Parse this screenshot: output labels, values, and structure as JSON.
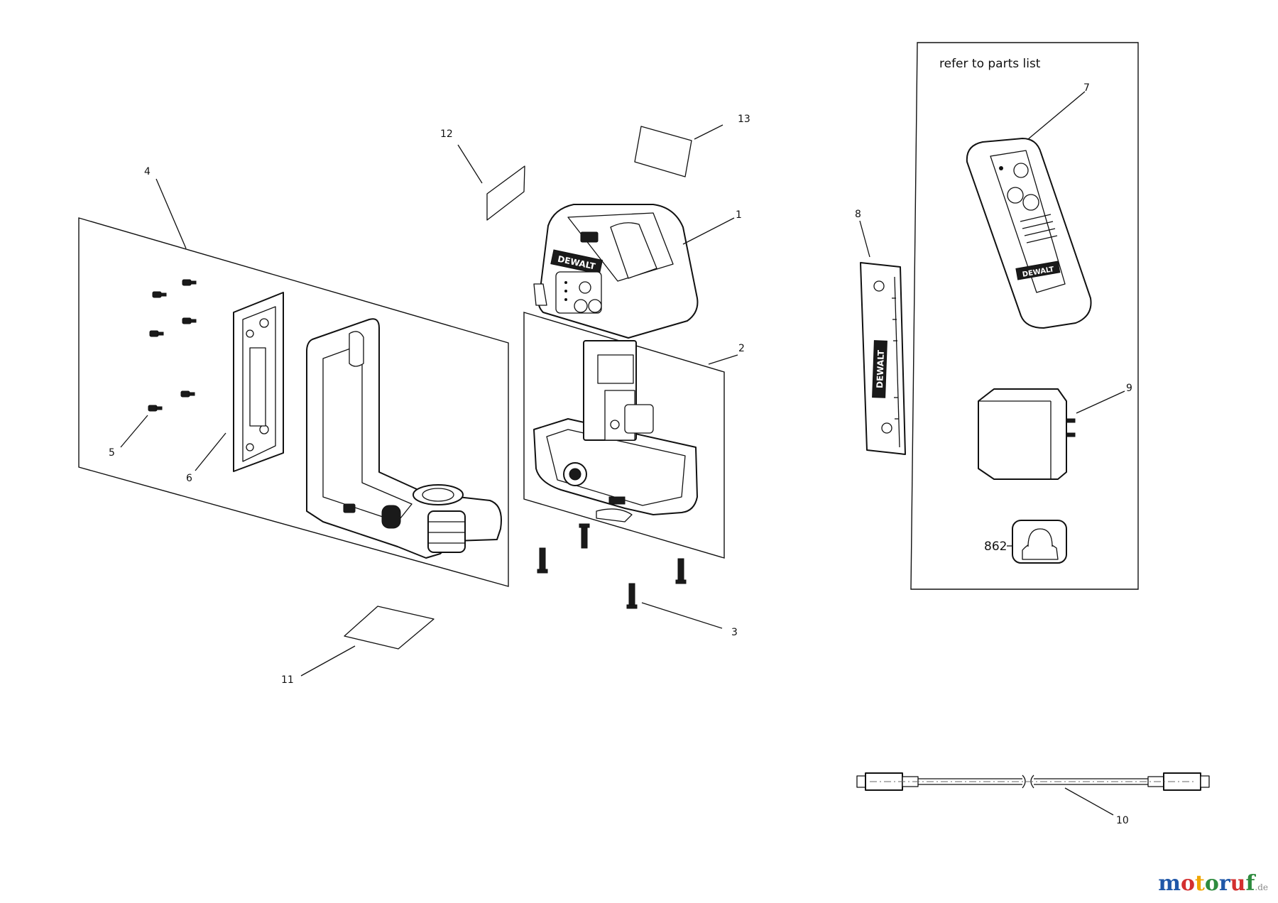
{
  "note": "refer to parts list",
  "callouts": {
    "c1": "1",
    "c2": "2",
    "c3": "3",
    "c4": "4",
    "c5": "5",
    "c6": "6",
    "c7": "7",
    "c8": "8",
    "c9": "9",
    "c10": "10",
    "c11": "11",
    "c12": "12",
    "c13": "13",
    "c862": "862"
  },
  "brand_marks": {
    "laser": "DEWALT",
    "remote": "DEWALT",
    "ruler": "DEWALT"
  },
  "watermark": {
    "name": "motoruf",
    "suffix": ".de",
    "colors": [
      "#1f57a8",
      "#d32f2f",
      "#f0a500",
      "#2e8b3e",
      "#1f57a8",
      "#d32f2f",
      "#2e8b3e"
    ]
  }
}
